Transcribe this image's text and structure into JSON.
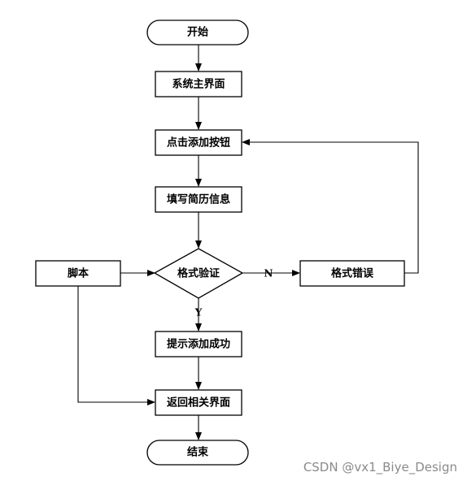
{
  "nodes": {
    "start": "开始",
    "main": "系统主界面",
    "add_button": "点击添加按钮",
    "fill_resume": "填写简历信息",
    "script": "脚本",
    "validate": "格式验证",
    "format_error": "格式错误",
    "add_success": "提示添加成功",
    "return": "返回相关界面",
    "end": "结束"
  },
  "edge_labels": {
    "no": "N",
    "yes": "Y"
  },
  "watermark": "CSDN @vx1_Biye_Design"
}
